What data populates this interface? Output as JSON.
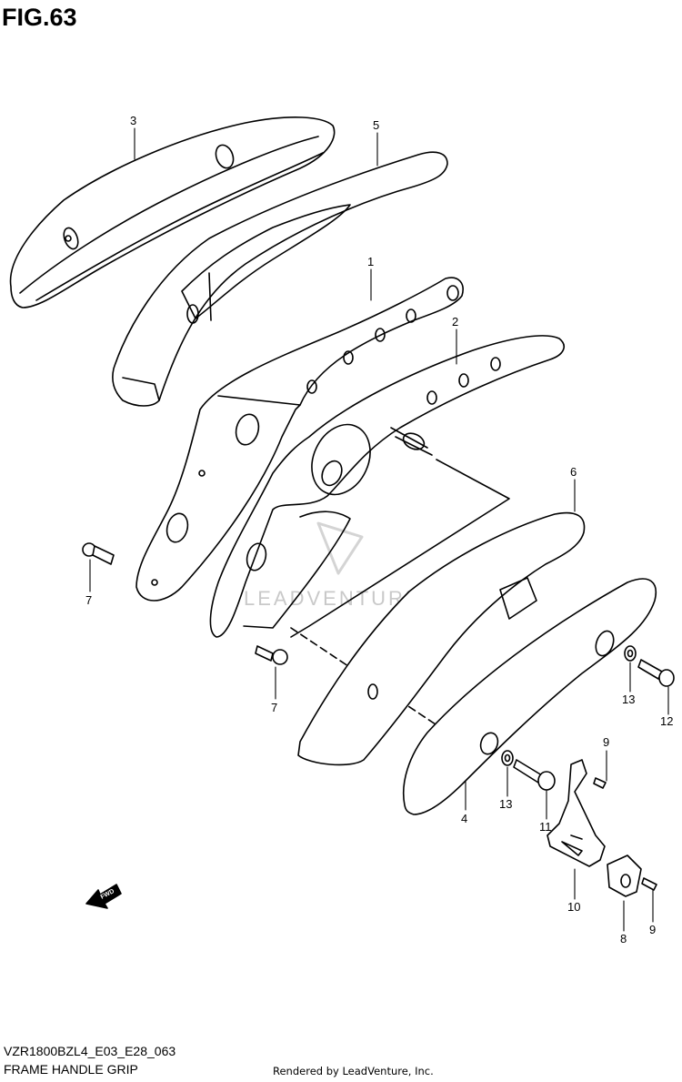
{
  "header": {
    "figure": "FIG.63"
  },
  "footer": {
    "code": "VZR1800BZL4_E03_E28_063",
    "name": "FRAME HANDLE GRIP",
    "credit": "Rendered by LeadVenture, Inc."
  },
  "watermark": "LEADVENTURE",
  "fwd_label": "FWD",
  "callouts": {
    "c1": "1",
    "c2": "2",
    "c3": "3",
    "c4": "4",
    "c5": "5",
    "c6": "6",
    "c7a": "7",
    "c7b": "7",
    "c8": "8",
    "c9a": "9",
    "c9b": "9",
    "c10": "10",
    "c11": "11",
    "c12": "12",
    "c13a": "13",
    "c13b": "13"
  },
  "colors": {
    "line": "#000000",
    "fill": "#ffffff",
    "watermark": "#c9c9c9"
  }
}
